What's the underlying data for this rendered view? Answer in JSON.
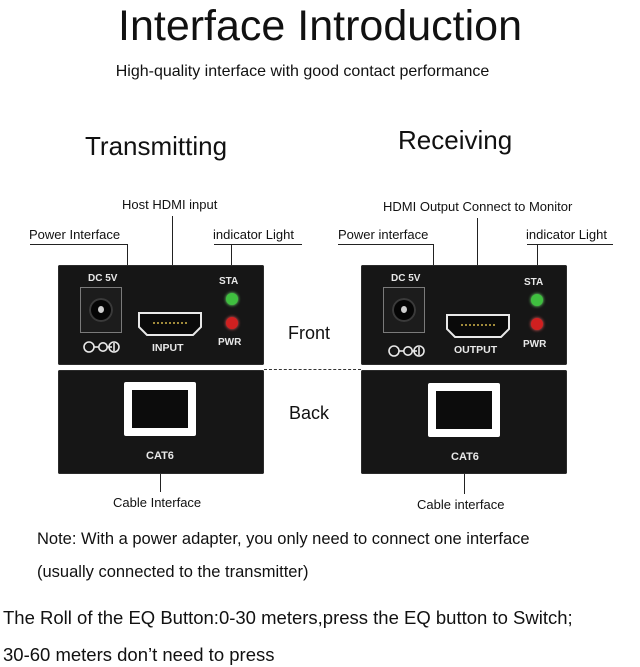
{
  "title": "Interface Introduction",
  "subtitle": "High-quality interface with good contact performance",
  "transmitter": {
    "heading": "Transmitting",
    "callouts": {
      "hdmi": "Host HDMI input",
      "power": "Power Interface",
      "indicator": "indicator Light",
      "cable": "Cable Interface"
    },
    "panel": {
      "dc_label": "DC 5V",
      "hdmi_label": "INPUT",
      "sta_label": "STA",
      "pwr_label": "PWR",
      "rj45_label": "CAT6"
    }
  },
  "receiver": {
    "heading": "Receiving",
    "callouts": {
      "hdmi": "HDMI Output Connect to Monitor",
      "power": "Power interface",
      "indicator": "indicator Light",
      "cable": "Cable interface"
    },
    "panel": {
      "dc_label": "DC 5V",
      "hdmi_label": "OUTPUT",
      "sta_label": "STA",
      "pwr_label": "PWR",
      "rj45_label": "CAT6"
    }
  },
  "sides": {
    "front": "Front",
    "back": "Back"
  },
  "note_line1": "Note: With a power adapter, you only need to connect one interface",
  "note_line2": "(usually connected to the transmitter)",
  "eq_line1": "The Roll of the EQ Button:0-30 meters,press the EQ button to Switch;",
  "eq_line2": "30-60 meters don’t need to press",
  "colors": {
    "device": "#161616",
    "led_sta": "#3fbf3f",
    "led_pwr": "#d02020",
    "text": "#111111"
  },
  "icons": {
    "power_polarity": "polarity-symbol-icon",
    "hdmi": "hdmi-port-icon",
    "ethernet": "rj45-port-icon"
  }
}
